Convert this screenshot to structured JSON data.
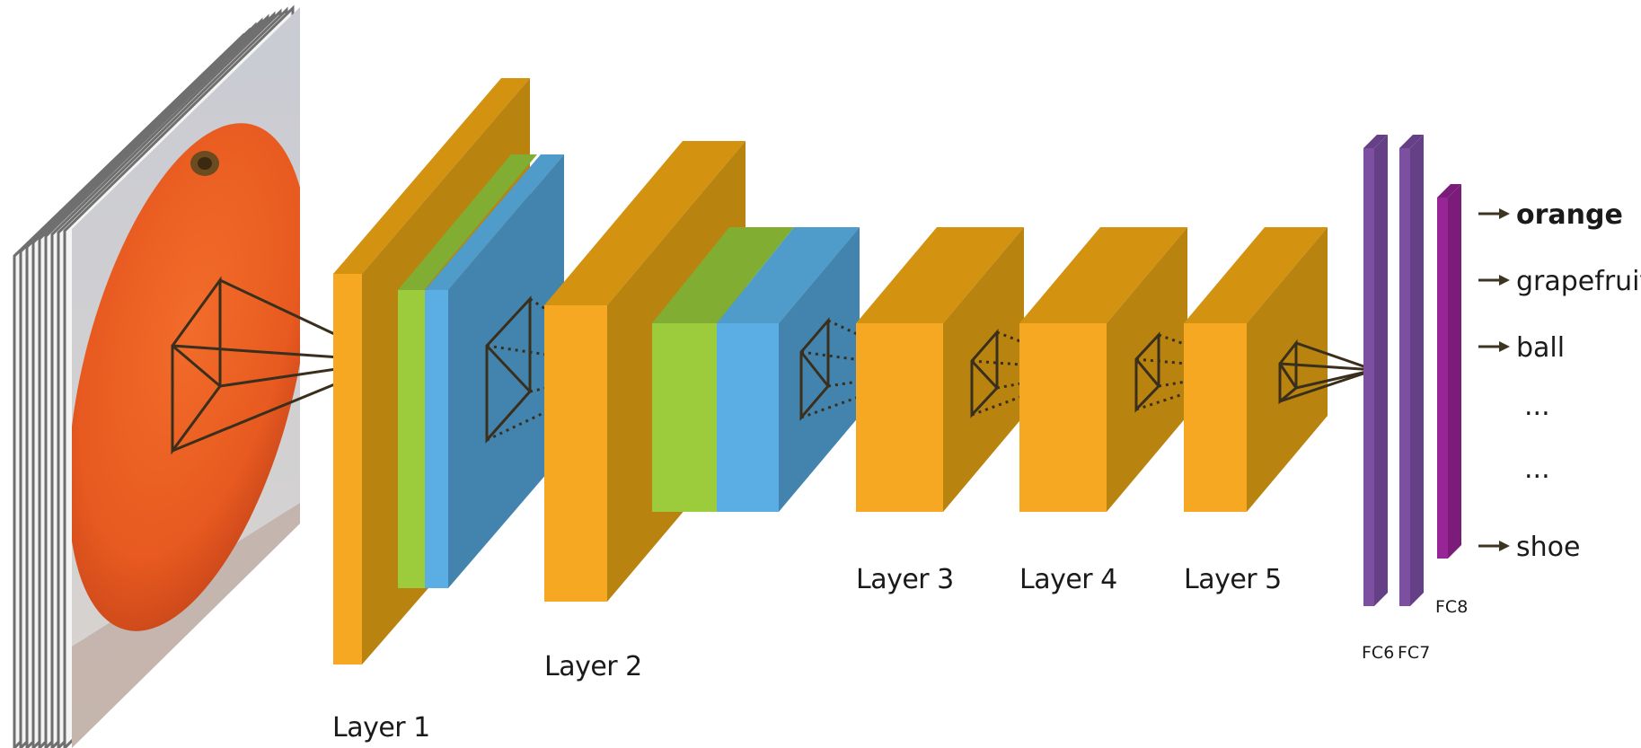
{
  "layers": [
    {
      "label": "Layer 1"
    },
    {
      "label": "Layer 2"
    },
    {
      "label": "Layer 3"
    },
    {
      "label": "Layer 4"
    },
    {
      "label": "Layer 5"
    }
  ],
  "fully_connected": [
    {
      "label": "FC6"
    },
    {
      "label": "FC7"
    },
    {
      "label": "FC8"
    }
  ],
  "outputs": [
    {
      "label": "orange",
      "highlighted": true
    },
    {
      "label": "grapefruit"
    },
    {
      "label": "ball"
    },
    {
      "label": "..."
    },
    {
      "label": "..."
    },
    {
      "label": "shoe"
    }
  ],
  "colors": {
    "conv_front": "#f7a823",
    "conv_side": "#b8840f",
    "conv_top": "#d3920f",
    "norm_front": "#9ccb3b",
    "norm_top": "#80ad32",
    "pool_front": "#5aaee3",
    "pool_side": "#4384ae",
    "pool_top": "#4f9bc9",
    "fc_front": "#7c4fa0",
    "fc_side": "#654086",
    "fc8_front": "#972597",
    "fc8_side": "#7b1c7b",
    "input_orange": "#e95f23",
    "arrow": "#3c3522"
  }
}
